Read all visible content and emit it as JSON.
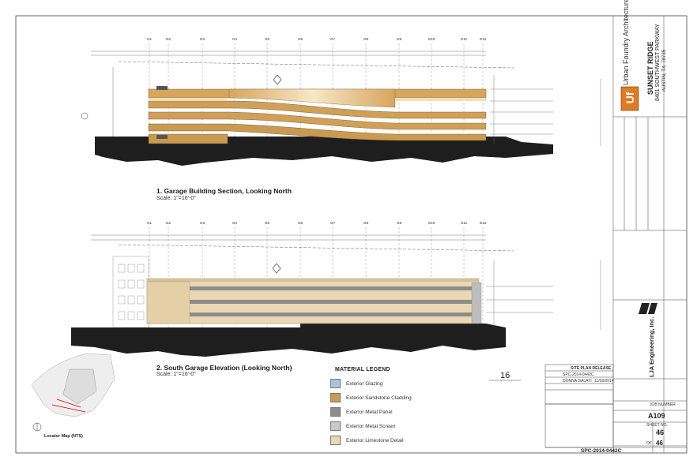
{
  "section_title": "1. Garage Building Section, Looking North",
  "section_scale": "Scale: 1\"=16'-0\"",
  "elevation_title": "2. South Garage Elevation (Looking North)",
  "elevation_scale": "Scale: 1\"=16'-0\"",
  "grid_labels": [
    "G1",
    "G2",
    "G3",
    "G4",
    "G5",
    "G6",
    "G7",
    "G8",
    "G9",
    "G10",
    "G11",
    "G12"
  ],
  "legend": {
    "title": "MATERIAL LEGEND",
    "items": [
      {
        "label": "Exterior Glazing",
        "color": "#a9c4d8"
      },
      {
        "label": "Exterior Sandstone Cladding",
        "color": "#c99a52"
      },
      {
        "label": "Exterior Metal Panel",
        "color": "#8c8c8c"
      },
      {
        "label": "Exterior Metal Screen",
        "color": "#c9c9c9"
      },
      {
        "label": "Exterior Limestone Detail",
        "color": "#ead7b3"
      }
    ]
  },
  "locator_label": "Locator Map (NTS)",
  "sheet_mark": "16",
  "site_plan_release": {
    "heading": "SITE PLAN RELEASE",
    "file_number": "SPC-2014-0442C",
    "case_manager": "DONNA GALATI",
    "application_date": "11/03/2014"
  },
  "firm": {
    "name": "Urban Foundry Architecture",
    "logo_text": "Uf"
  },
  "project": {
    "name": "SUNSET RIDGE",
    "address": "8401 SOUTHWEST PARKWAY",
    "city": "AUSTIN, TX. 78735"
  },
  "engineer": {
    "name": "LJA Engineering, Inc."
  },
  "job_number_label": "JOB NUMBER",
  "sheet_id": "A109",
  "sheet_number_label": "SHEET NO.",
  "sheet_number": "46",
  "of_label": "OF",
  "sheet_total": "46",
  "bottom_file_number": "SPC-2014-0442C",
  "colors": {
    "sandstone": "#c99a52",
    "sandstone_light": "#dcb06a",
    "limestone": "#ead7b3",
    "ground": "#1e1e1e",
    "metal": "#8c8c8c",
    "accent_orange": "#e07a24"
  }
}
